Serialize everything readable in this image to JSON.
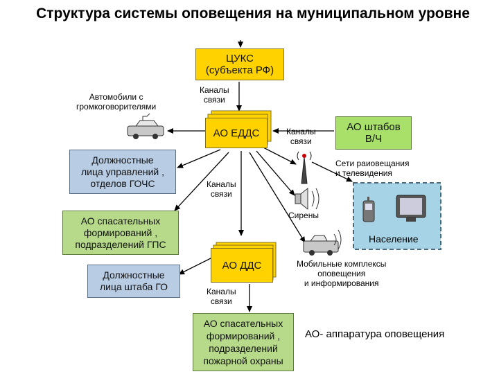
{
  "title": "Структура системы оповещения на муниципальном уровне",
  "nodes": {
    "tsuks": "ЦУКС\n(субъекта РФ)",
    "ao_edds": "АО ЕДДС",
    "ao_shtabov": "АО штабов\nВ/Ч",
    "dolzh_gochs": "Должностные\nлица управлений ,\nотделов ГОЧС",
    "ao_gps": "АО спасательных\nформирований ,\nподразделений ГПС",
    "dolzh_go": "Должностные\nлица штаба ГО",
    "ao_dds": "АО ДДС",
    "ao_pozhar": "АО спасательных\nформирований ,\nподразделений\nпожарной охраны",
    "naselenie": "Население"
  },
  "labels": {
    "kanaly_1": "Каналы\nсвязи",
    "kanaly_2": "Каналы\nсвязи",
    "kanaly_3": "Каналы\nсвязи",
    "kanaly_4": "Каналы\nсвязи",
    "avtomobili": "Автомобили с\nгромкоговорителями",
    "seti": "Сети раиовещания\nи телевидения",
    "sireny": "Сирены",
    "mobilnye": "Мобильные комплексы\nоповещения\nи информирования",
    "legend": "АО- аппаратура оповещения"
  },
  "colors": {
    "yellow": "#ffd200",
    "blue": "#b8cce4",
    "green": "#b6d98a",
    "population_bg": "#add8e6"
  }
}
